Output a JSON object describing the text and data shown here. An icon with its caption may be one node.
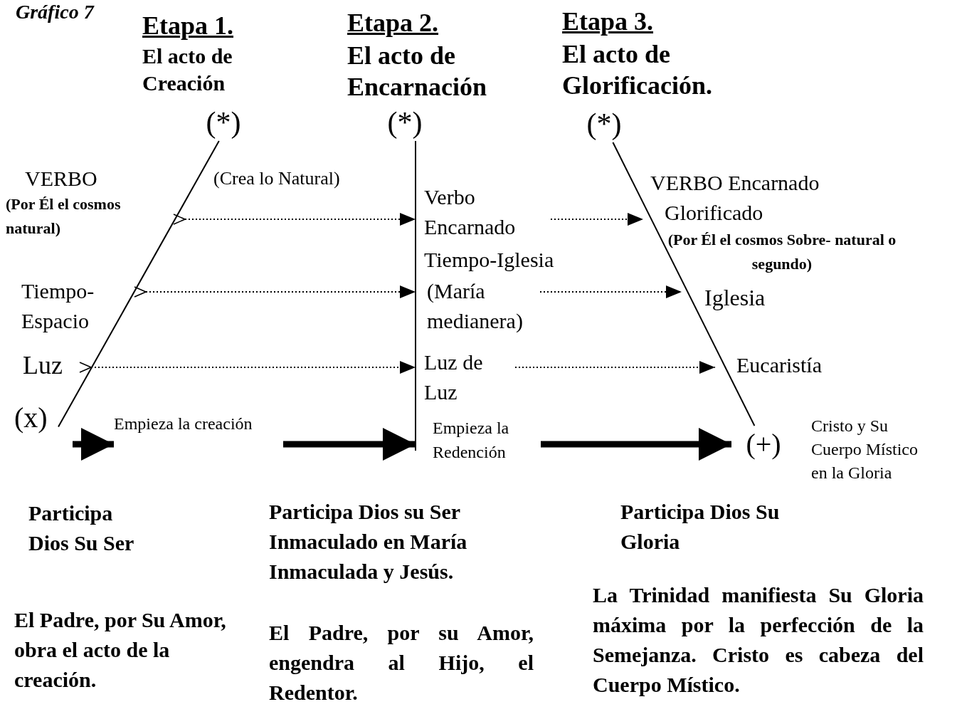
{
  "diagram": {
    "title": "Gráfico 7",
    "nodes": [
      {
        "text": [
          "(*)"
        ]
      },
      {
        "text": [
          "(*)"
        ]
      },
      {
        "text": [
          "(*)"
        ]
      },
      {
        "text": [
          "(x)"
        ]
      },
      {
        "text": [
          "(+)"
        ],
        "beside": [
          "Cristo y Su Cuerpo Místico en la Gloria"
        ]
      },
      {
        "text": [
          "VERBO",
          "(Por Él el cosmos natural)"
        ]
      },
      {
        "text": [
          "Tiempo- Espacio"
        ]
      },
      {
        "text": [
          "Luz"
        ]
      },
      {
        "text": [
          "Empieza la creación"
        ]
      },
      {
        "text": [
          "Verbo Encarnado"
        ]
      },
      {
        "text": [
          "(María medianera)"
        ]
      },
      {
        "text": [
          "Luz de Luz"
        ]
      },
      {
        "text": [
          "Empieza la Redención"
        ]
      },
      {
        "text": [
          "VERBO Encarnado Glorificado",
          "(Por Él el cosmos Sobre- natural o segundo)"
        ]
      },
      {
        "text": [
          "Iglesia"
        ]
      },
      {
        "text": [
          "Eucaristía"
        ]
      }
    ],
    "edges": [
      {
        "from": 0,
        "to": 3,
        "arrow": "none"
      },
      {
        "from": 1,
        "to": 12,
        "arrow": "none"
      },
      {
        "from": 2,
        "to": 4,
        "arrow": "none"
      },
      {
        "from": 5,
        "to": 9,
        "arrow": "to",
        "style": "dashed"
      },
      {
        "from": 9,
        "to": 13,
        "arrow": "to",
        "style": "dashed"
      },
      {
        "from": 6,
        "to": 10,
        "arrow": "to",
        "style": "dashed"
      },
      {
        "from": 10,
        "to": 14,
        "arrow": "to",
        "style": "dashed"
      },
      {
        "from": 7,
        "to": 11,
        "arrow": "to",
        "style": "dashed"
      },
      {
        "from": 11,
        "to": 15,
        "arrow": "to",
        "style": "dashed"
      },
      {
        "from": null,
        "to": 8,
        "arrow": "to",
        "style": "thick"
      },
      {
        "from": 8,
        "to": 12,
        "arrow": "to",
        "style": "thick"
      },
      {
        "from": 12,
        "to": 4,
        "arrow": "to",
        "style": "thick"
      }
    ],
    "labels": [
      "Etapa 1.",
      "El acto de Creación",
      "Etapa 2.",
      "El acto de Encarnación",
      "Etapa 3.",
      "El acto de Glorificación.",
      "(Crea lo Natural)",
      "Tiempo-Iglesia",
      "Participa Dios Su Ser",
      "Participa Dios su Ser Inmaculado en María Inmaculada y Jesús.",
      "Participa Dios Su Gloria",
      "El Padre, por Su Amor, obra el acto de la creación.",
      "El Padre, por su Amor, engendra al Hijo, el Redentor.",
      "La Trinidad manifiesta Su Gloria máxima por la perfección de la Semejanza. Cristo es cabeza del Cuerpo Místico."
    ]
  }
}
